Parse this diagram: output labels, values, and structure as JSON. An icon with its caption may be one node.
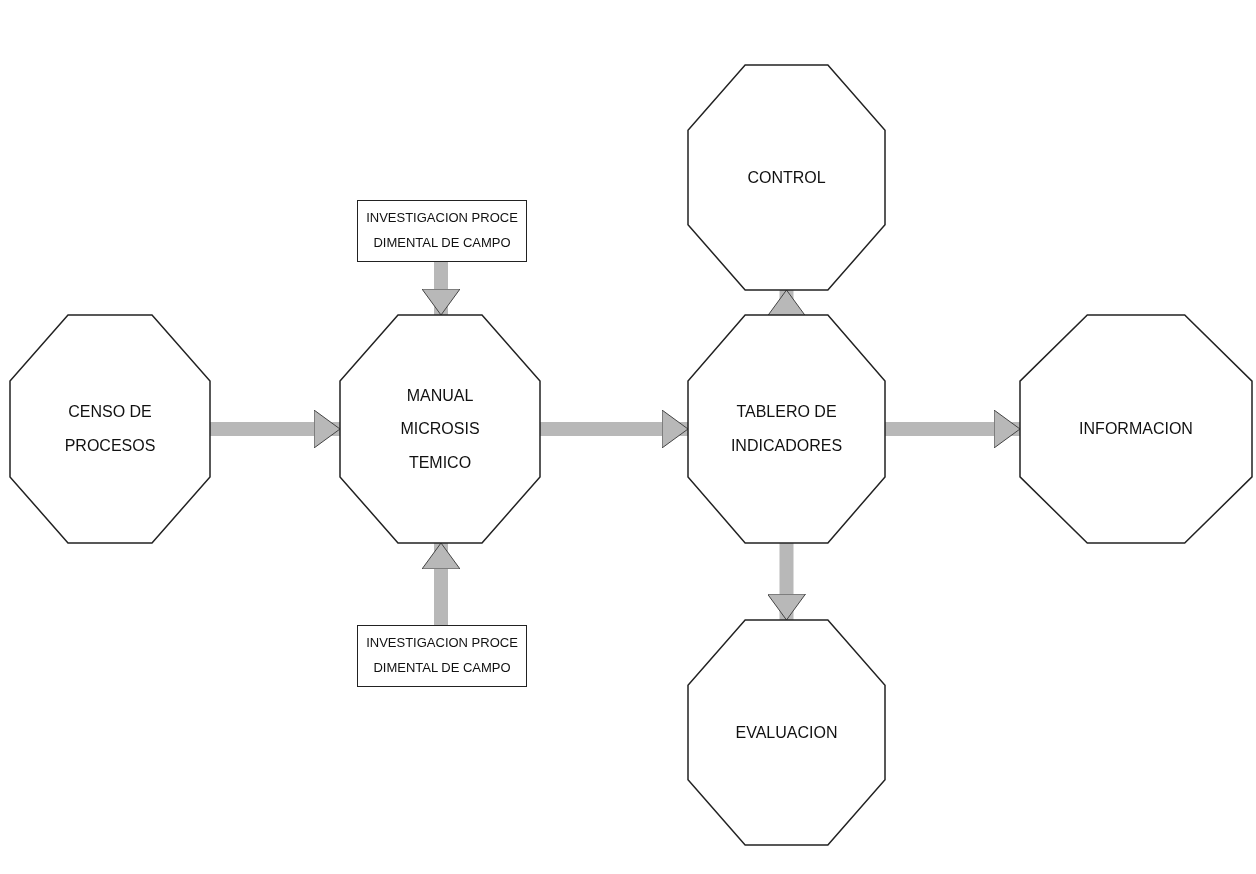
{
  "diagram": {
    "nodes": [
      {
        "text": [
          "CENSO DE PROCESOS"
        ]
      },
      {
        "text": [
          "INVESTIGACION PROCE DIMENTAL DE CAMPO"
        ]
      },
      {
        "text": [
          "MANUAL MICROSIS TEMICO"
        ]
      },
      {
        "text": [
          "INVESTIGACION PROCE DIMENTAL DE CAMPO"
        ]
      },
      {
        "text": [
          "CONTROL"
        ]
      },
      {
        "text": [
          "TABLERO DE INDICADORES"
        ]
      },
      {
        "text": [
          "EVALUACION"
        ]
      },
      {
        "text": [
          "INFORMACION"
        ]
      }
    ],
    "edges": [
      {
        "from": 0,
        "to": 2,
        "arrow": "to"
      },
      {
        "from": 1,
        "to": 2,
        "arrow": "to"
      },
      {
        "from": 3,
        "to": 2,
        "arrow": "to"
      },
      {
        "from": 2,
        "to": 5,
        "arrow": "to"
      },
      {
        "from": 5,
        "to": 4,
        "arrow": "to"
      },
      {
        "from": 5,
        "to": 6,
        "arrow": "to"
      },
      {
        "from": 5,
        "to": 7,
        "arrow": "to"
      }
    ]
  }
}
